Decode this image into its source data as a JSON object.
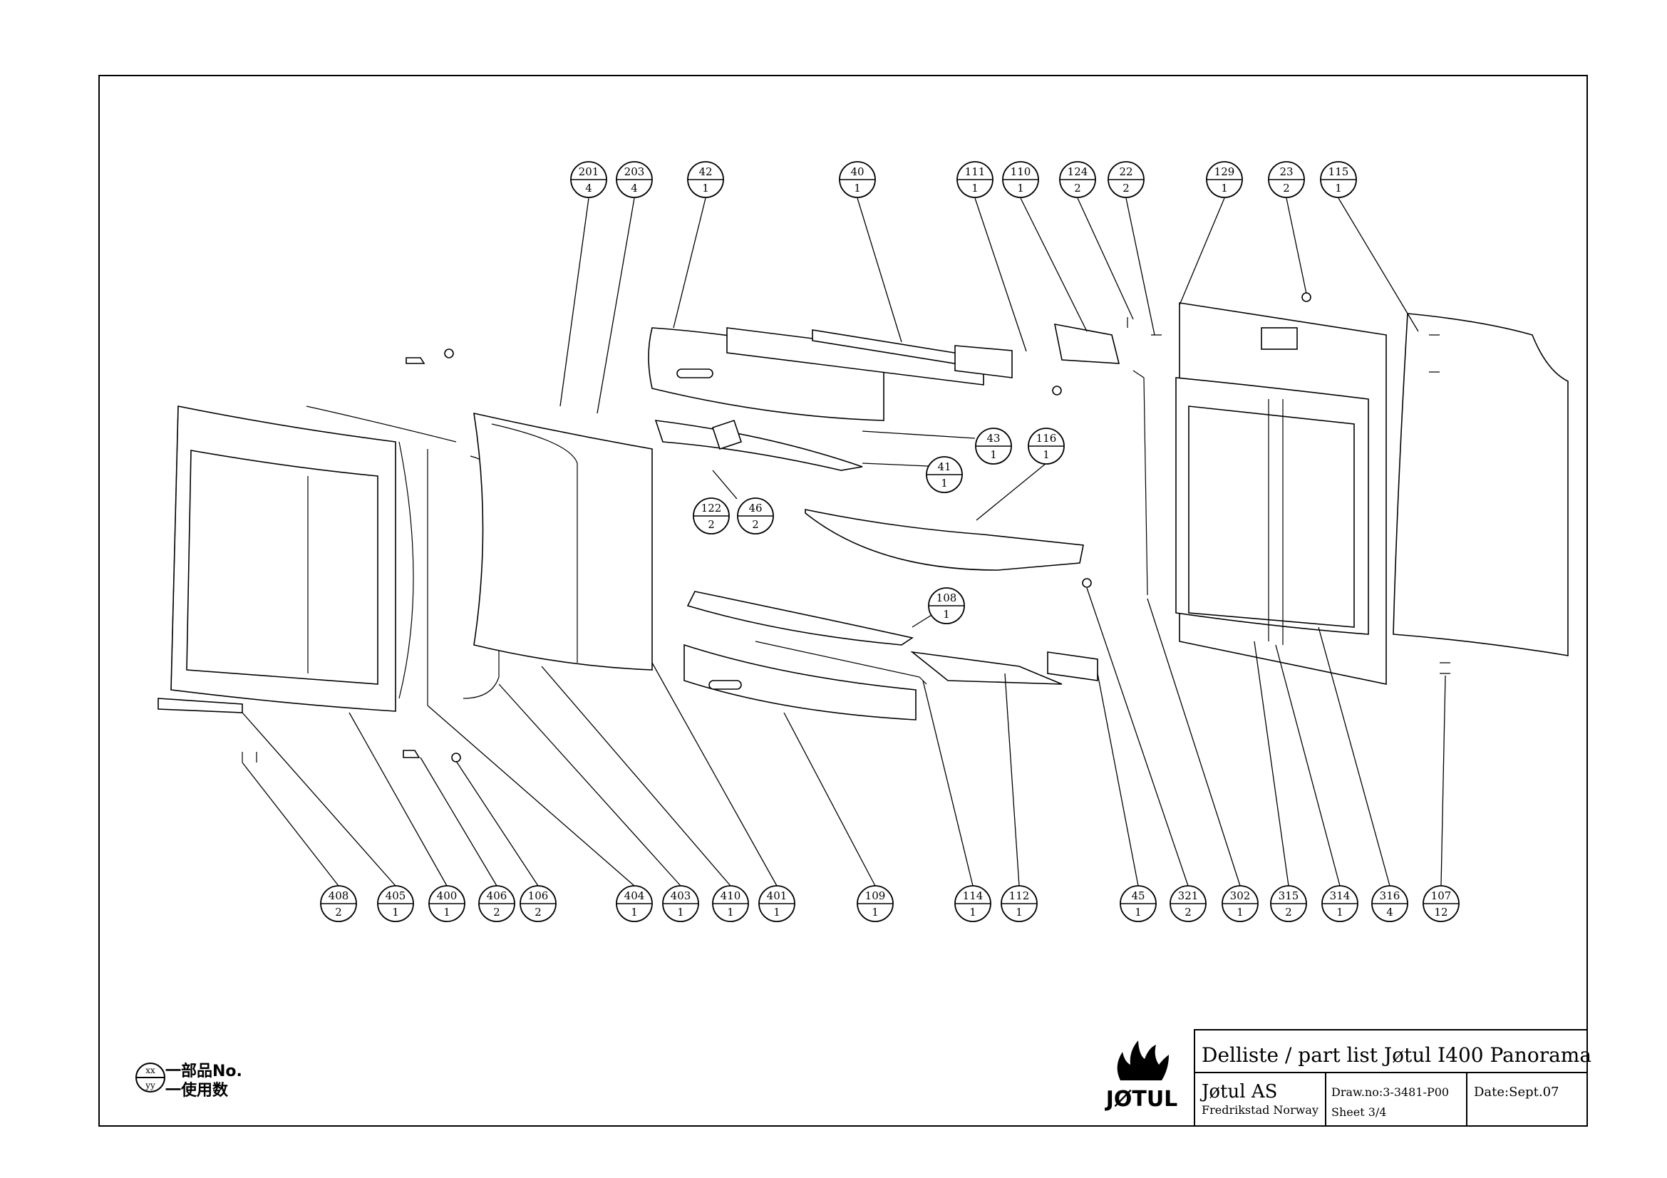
{
  "title_block": {
    "title": "Delliste / part list Jøtul I400 Panorama",
    "company": "Jøtul AS",
    "location": "Fredrikstad Norway",
    "drawing_no": "Draw.no:3-3481-P00",
    "sheet": "Sheet 3/4",
    "date": "Date:Sept.07",
    "logo": "JØTUL"
  },
  "legend": {
    "top": "xx",
    "bottom": "yy",
    "line1": "一部品No.",
    "line2": "一使用数"
  },
  "balloons": [
    {
      "id": "201",
      "qty": "4"
    },
    {
      "id": "203",
      "qty": "4"
    },
    {
      "id": "42",
      "qty": "1"
    },
    {
      "id": "40",
      "qty": "1"
    },
    {
      "id": "111",
      "qty": "1"
    },
    {
      "id": "110",
      "qty": "1"
    },
    {
      "id": "124",
      "qty": "2"
    },
    {
      "id": "22",
      "qty": "2"
    },
    {
      "id": "129",
      "qty": "1"
    },
    {
      "id": "23",
      "qty": "2"
    },
    {
      "id": "115",
      "qty": "1"
    },
    {
      "id": "43",
      "qty": "1"
    },
    {
      "id": "116",
      "qty": "1"
    },
    {
      "id": "41",
      "qty": "1"
    },
    {
      "id": "122",
      "qty": "2"
    },
    {
      "id": "46",
      "qty": "2"
    },
    {
      "id": "108",
      "qty": "1"
    },
    {
      "id": "408",
      "qty": "2"
    },
    {
      "id": "405",
      "qty": "1"
    },
    {
      "id": "400",
      "qty": "1"
    },
    {
      "id": "406",
      "qty": "2"
    },
    {
      "id": "106",
      "qty": "2"
    },
    {
      "id": "404",
      "qty": "1"
    },
    {
      "id": "403",
      "qty": "1"
    },
    {
      "id": "410",
      "qty": "1"
    },
    {
      "id": "401",
      "qty": "1"
    },
    {
      "id": "109",
      "qty": "1"
    },
    {
      "id": "114",
      "qty": "1"
    },
    {
      "id": "112",
      "qty": "1"
    },
    {
      "id": "45",
      "qty": "1"
    },
    {
      "id": "321",
      "qty": "2"
    },
    {
      "id": "302",
      "qty": "1"
    },
    {
      "id": "315",
      "qty": "2"
    },
    {
      "id": "314",
      "qty": "1"
    },
    {
      "id": "316",
      "qty": "4"
    },
    {
      "id": "107",
      "qty": "12"
    }
  ]
}
